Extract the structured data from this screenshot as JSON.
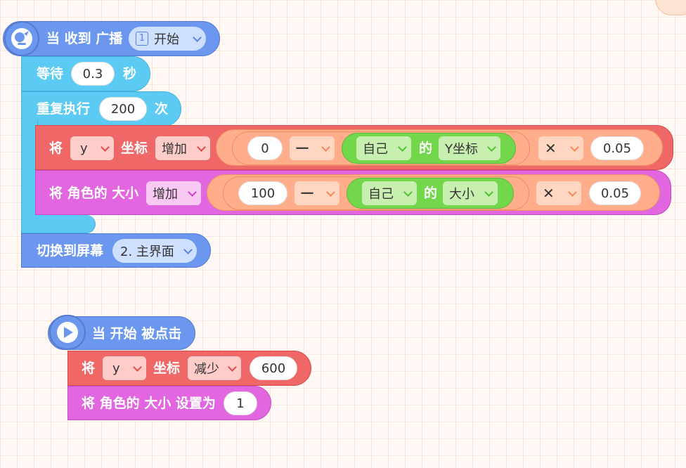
{
  "script1": {
    "hat": {
      "label": "当 收到 广播",
      "broadcast": {
        "num": "1",
        "name": "开始"
      }
    },
    "wait": {
      "label": "等待",
      "value": "0.3",
      "unit": "秒"
    },
    "repeat": {
      "label": "重复执行",
      "value": "200",
      "unit": "次"
    },
    "change_y": {
      "label_jiang": "将",
      "axis": "y",
      "label_coord": "坐标",
      "op": "增加",
      "expr": {
        "left": "0",
        "minus": "一",
        "sprite": "自己",
        "of": "的",
        "prop": "Y坐标",
        "times": "✕",
        "factor": "0.05"
      }
    },
    "change_size": {
      "label": "将 角色的 大小",
      "op": "增加",
      "expr": {
        "left": "100",
        "minus": "一",
        "sprite": "自己",
        "of": "的",
        "prop": "大小",
        "times": "✕",
        "factor": "0.05"
      }
    },
    "switch_screen": {
      "label": "切换到屏幕",
      "screen": "2. 主界面"
    }
  },
  "script2": {
    "hat": {
      "label": "当 开始 被点击"
    },
    "change_y": {
      "label_jiang": "将",
      "axis": "y",
      "label_coord": "坐标",
      "op": "减少",
      "value": "600"
    },
    "set_size": {
      "label": "将 角色的 大小 设置为",
      "value": "1"
    }
  },
  "colors": {
    "event": "#6c97ef",
    "control": "#5ccbf4",
    "motion": "#ef6766",
    "looks": "#e266e0",
    "operator": "#ffad8a",
    "sensing": "#72d74a"
  },
  "icons": [
    "broadcast-icon",
    "play-icon",
    "chevron-down-icon"
  ]
}
